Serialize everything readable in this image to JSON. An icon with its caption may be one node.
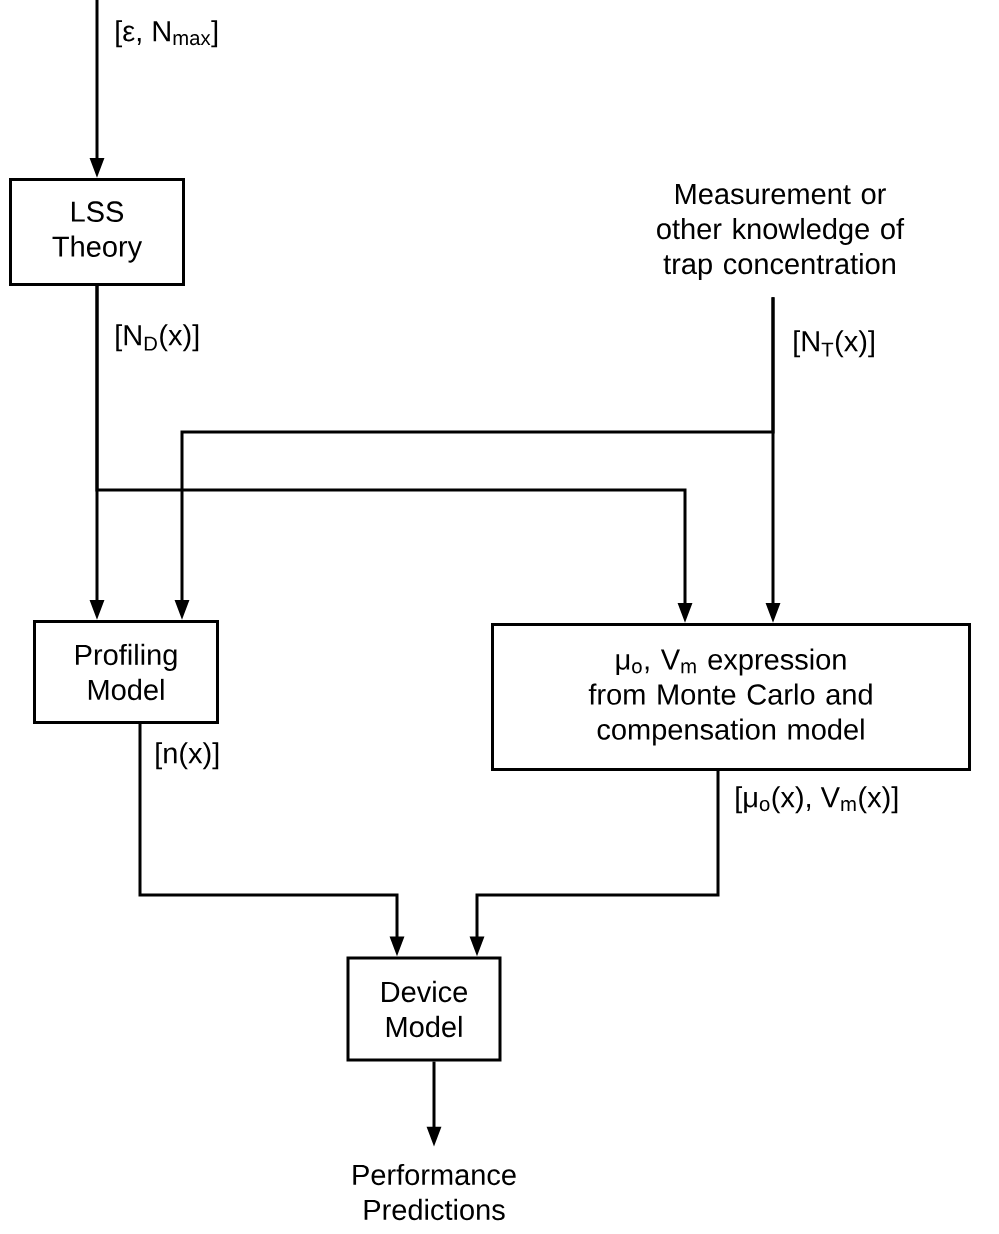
{
  "diagram": {
    "nodes": [
      {
        "text": [
          "LSS Theory"
        ]
      },
      {
        "text": [
          "Measurement or other knowledge of trap concentration"
        ]
      },
      {
        "text": [
          "Profiling Model"
        ]
      },
      {
        "text": [
          "μ$_{o}$, V$_{m}$ expression from Monte Carlo and compensation model"
        ]
      },
      {
        "text": [
          "Device Model"
        ]
      },
      {
        "text": [
          "Performance Predictions"
        ]
      }
    ],
    "edges": [
      {
        "from": null,
        "to": 0,
        "arrow": "to",
        "label": "[ε, N$_{max}$]"
      },
      {
        "from": 0,
        "to": 2,
        "arrow": "to",
        "label": "[N$_{D}$(x)]"
      },
      {
        "from": 0,
        "to": 3,
        "arrow": "to"
      },
      {
        "from": 1,
        "to": 2,
        "arrow": "to",
        "label": "[N$_{T}$(x)]"
      },
      {
        "from": 1,
        "to": 3,
        "arrow": "to"
      },
      {
        "from": 2,
        "to": 4,
        "arrow": "to",
        "label": "[n(x)]"
      },
      {
        "from": 3,
        "to": 4,
        "arrow": "to",
        "label": "[μ$_{o}$(x), V$_{m}$(x)]"
      },
      {
        "from": 4,
        "to": 5,
        "arrow": "to"
      }
    ]
  }
}
